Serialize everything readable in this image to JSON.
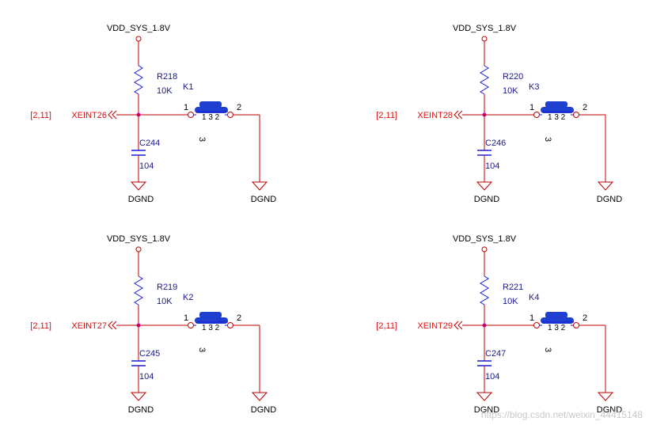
{
  "circuits": [
    {
      "power": "VDD_SYS_1.8V",
      "resistor": {
        "ref": "R218",
        "value": "10K"
      },
      "switch": {
        "ref": "K1",
        "pin1": "1",
        "pin2": "2",
        "pin3": "3",
        "inner": "1 3 2"
      },
      "capacitor": {
        "ref": "C244",
        "value": "104"
      },
      "net": "XEINT26",
      "page_ref": "[2,11]",
      "gnd_left": "DGND",
      "gnd_right": "DGND"
    },
    {
      "power": "VDD_SYS_1.8V",
      "resistor": {
        "ref": "R220",
        "value": "10K"
      },
      "switch": {
        "ref": "K3",
        "pin1": "1",
        "pin2": "2",
        "pin3": "3",
        "inner": "1 3 2"
      },
      "capacitor": {
        "ref": "C246",
        "value": "104"
      },
      "net": "XEINT28",
      "page_ref": "[2,11]",
      "gnd_left": "DGND",
      "gnd_right": "DGND"
    },
    {
      "power": "VDD_SYS_1.8V",
      "resistor": {
        "ref": "R219",
        "value": "10K"
      },
      "switch": {
        "ref": "K2",
        "pin1": "1",
        "pin2": "2",
        "pin3": "3",
        "inner": "1 3 2"
      },
      "capacitor": {
        "ref": "C245",
        "value": "104"
      },
      "net": "XEINT27",
      "page_ref": "[2,11]",
      "gnd_left": "DGND",
      "gnd_right": "DGND"
    },
    {
      "power": "VDD_SYS_1.8V",
      "resistor": {
        "ref": "R221",
        "value": "10K"
      },
      "switch": {
        "ref": "K4",
        "pin1": "1",
        "pin2": "2",
        "pin3": "3",
        "inner": "1 3 2"
      },
      "capacitor": {
        "ref": "C247",
        "value": "104"
      },
      "net": "XEINT29",
      "page_ref": "[2,11]",
      "gnd_left": "DGND",
      "gnd_right": "DGND"
    }
  ],
  "watermark": "https://blog.csdn.net/weixin_44415148",
  "colors": {
    "wire": "#c00000",
    "component": "#1a1adc",
    "net_label": "#e01010",
    "junction": "#d000d0",
    "switch_button": "#1f3fd0"
  }
}
